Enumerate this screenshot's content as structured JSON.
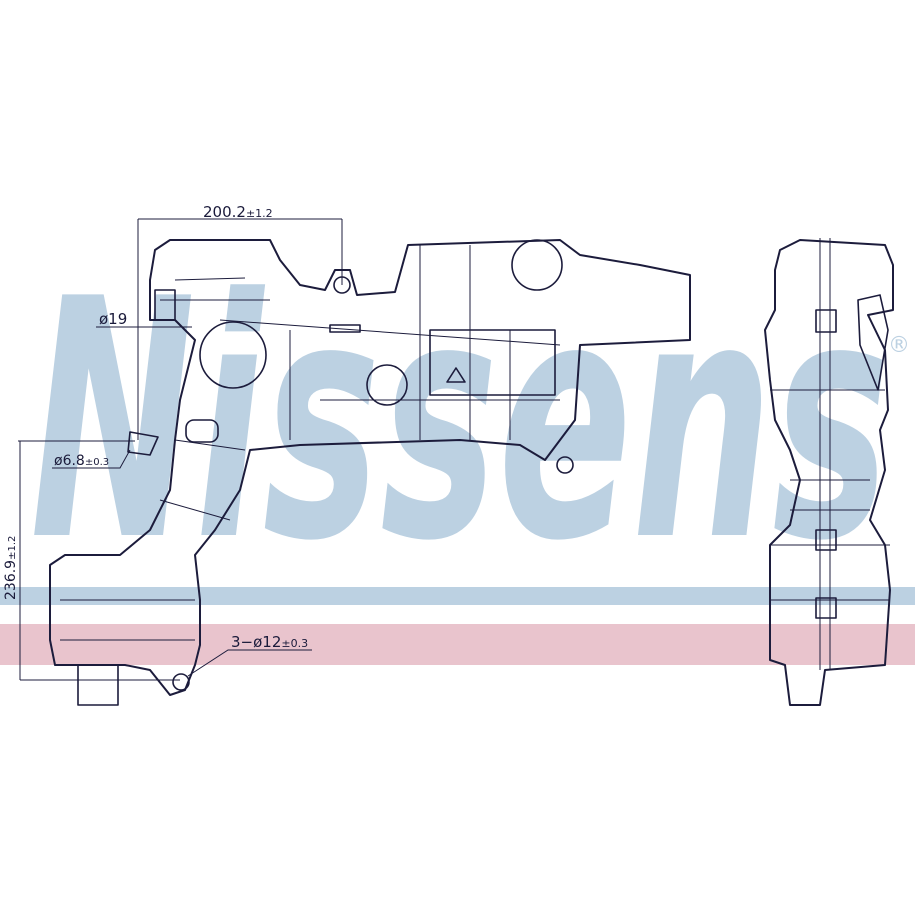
{
  "watermark": {
    "brand": "Nissens",
    "registered_mark": "®"
  },
  "colors": {
    "watermark_blue": "#bcd1e2",
    "band_pink": "#e9c4cd",
    "line": "#1c1c3c"
  },
  "dimensions": {
    "width_top": {
      "value": "200.2",
      "tolerance": "±1.2"
    },
    "outlet_diameter": {
      "value": "ø19"
    },
    "mount_hole": {
      "value": "ø6.8",
      "tolerance": "±0.3"
    },
    "height": {
      "value": "236.9",
      "tolerance": "±1.2"
    },
    "mount_holes_count": {
      "value": "3−ø12",
      "tolerance": "±0.3"
    }
  }
}
